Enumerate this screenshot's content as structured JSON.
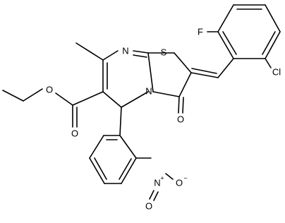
{
  "atom_labels": {
    "F": "F",
    "Cl": "Cl",
    "N_ring": "N",
    "S": "S",
    "N_fused": "N",
    "O_ketone": "O",
    "O_ester_ether": "O",
    "O_ester_carbonyl": "O",
    "N_nitro": "N",
    "N_nitro_charge": "+",
    "O_nitro_single": "O",
    "O_nitro_single_charge": "−",
    "O_nitro_double": "O"
  }
}
